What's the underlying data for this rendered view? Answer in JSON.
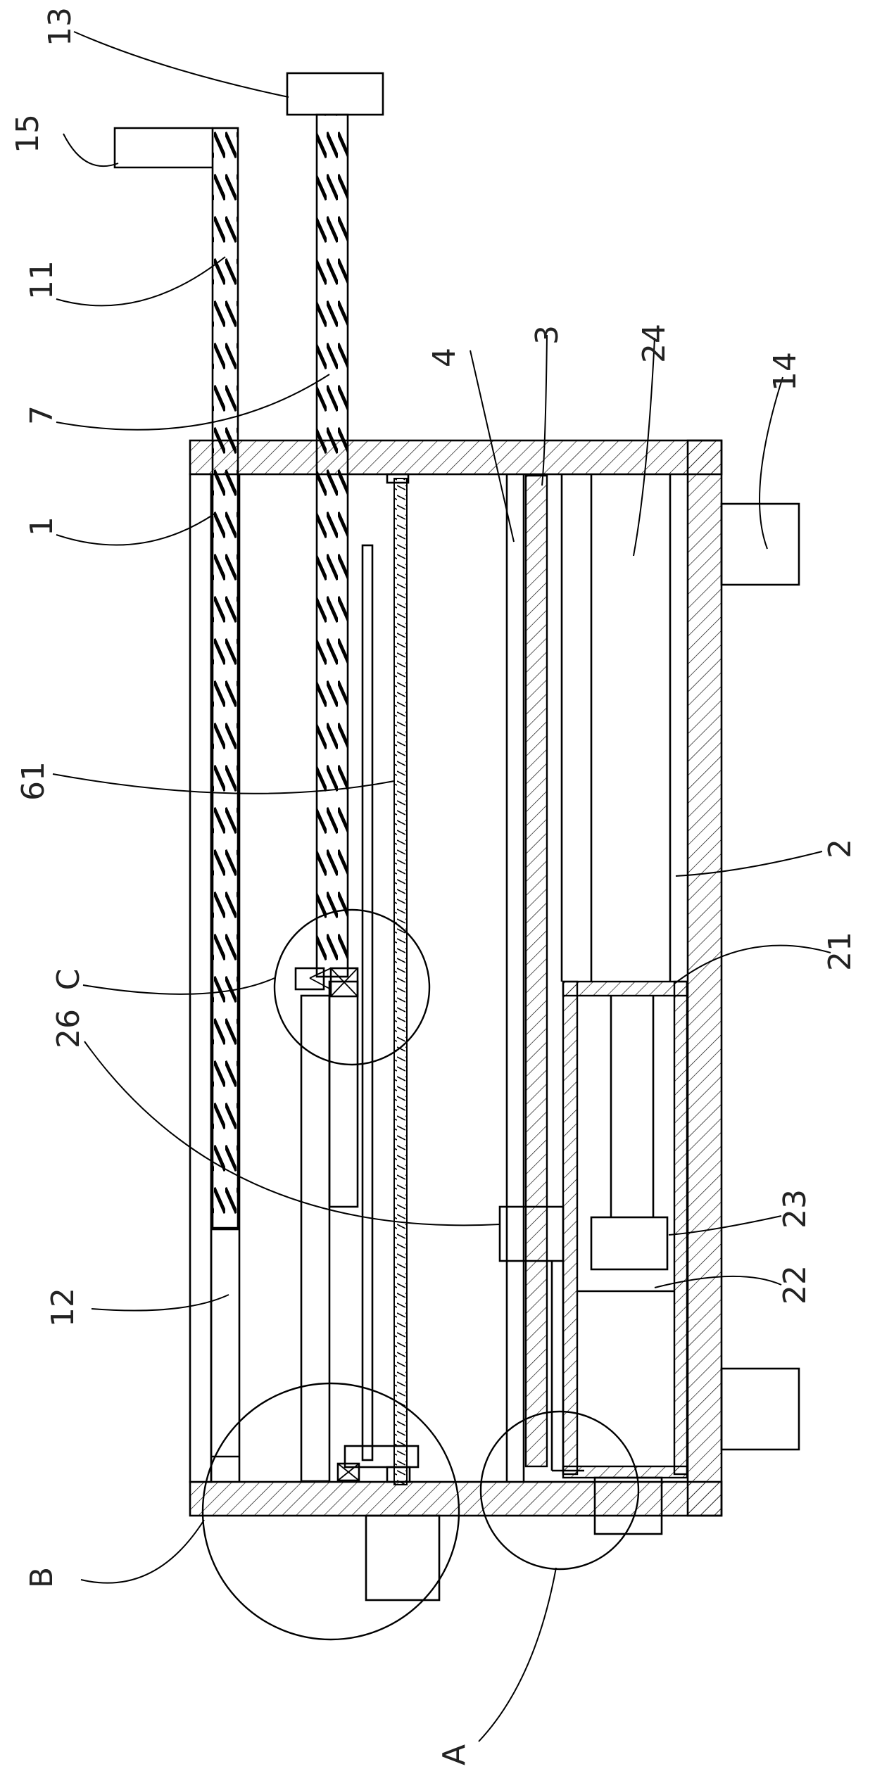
{
  "figure": {
    "callouts": {
      "n13": "13",
      "n15": "15",
      "n11": "11",
      "n7": "7",
      "n1": "1",
      "n4": "4",
      "n3": "3",
      "n24": "24",
      "n14": "14",
      "n61": "61",
      "n2": "2",
      "nC": "C",
      "n21": "21",
      "n26": "26",
      "n23": "23",
      "n12": "12",
      "n22": "22",
      "nB": "B",
      "nA": "A"
    }
  }
}
